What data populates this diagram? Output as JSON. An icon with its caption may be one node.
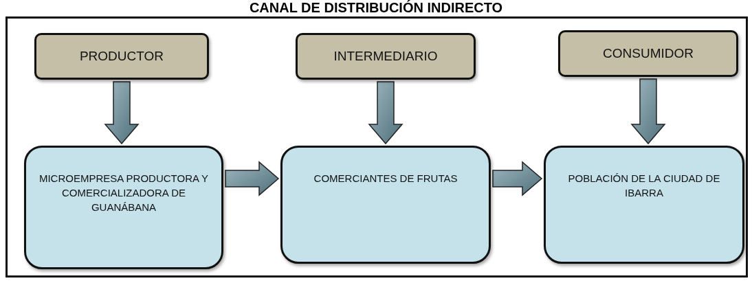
{
  "diagram": {
    "title": "CANAL DE DISTRIBUCIÓN INDIRECTO",
    "nodes": [
      {
        "text": [
          "PRODUCTOR"
        ]
      },
      {
        "text": [
          "INTERMEDIARIO"
        ]
      },
      {
        "text": [
          "CONSUMIDOR"
        ]
      },
      {
        "text": [
          "MICROEMPRESA PRODUCTORA Y COMERCIALIZADORA DE GUANÁBANA"
        ]
      },
      {
        "text": [
          "COMERCIANTES DE FRUTAS"
        ]
      },
      {
        "text": [
          "POBLACIÓN DE LA CIUDAD DE IBARRA"
        ]
      }
    ],
    "edges": [
      {
        "from": 0,
        "to": 3,
        "arrow": "to"
      },
      {
        "from": 1,
        "to": 4,
        "arrow": "to"
      },
      {
        "from": 2,
        "to": 5,
        "arrow": "to"
      },
      {
        "from": 3,
        "to": 4,
        "arrow": "to"
      },
      {
        "from": 4,
        "to": 5,
        "arrow": "to"
      }
    ]
  }
}
